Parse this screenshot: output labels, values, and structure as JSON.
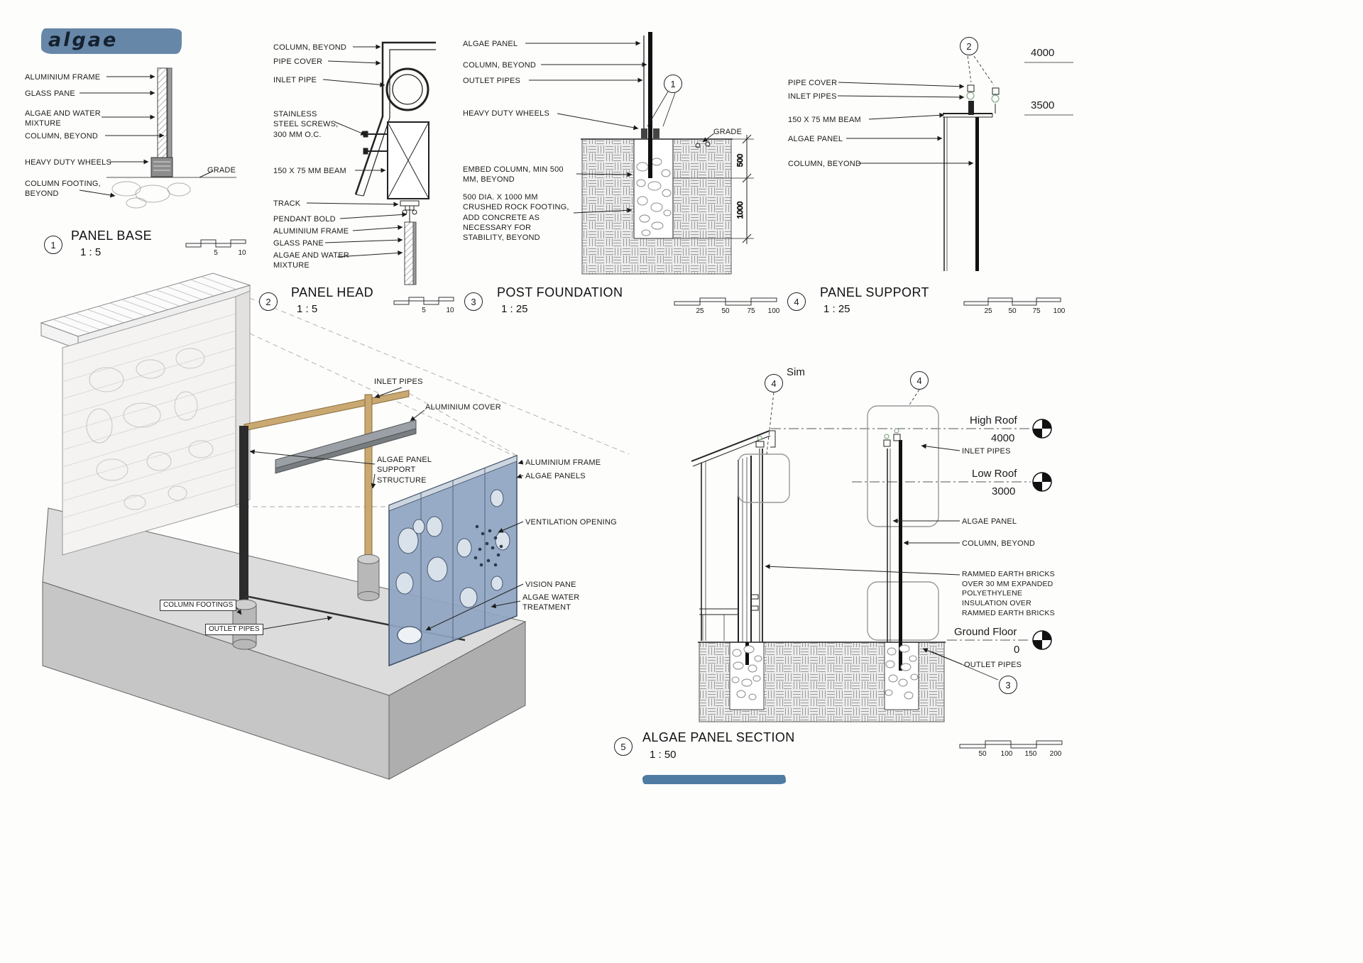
{
  "logo": {
    "text": "algae"
  },
  "panel_base": {
    "ref_number": "1",
    "title": "PANEL BASE",
    "scale": "1 : 5",
    "scale_ticks": [
      "5",
      "10"
    ],
    "labels": {
      "aluminium_frame": "ALUMINIUM FRAME",
      "glass_pane": "GLASS PANE",
      "algae_water_mixture": "ALGAE AND WATER\nMIXTURE",
      "column_beyond": "COLUMN, BEYOND",
      "heavy_duty_wheels": "HEAVY DUTY WHEELS",
      "column_footing_beyond": "COLUMN FOOTING,\nBEYOND",
      "grade": "GRADE"
    }
  },
  "panel_head": {
    "ref_number": "2",
    "title": "PANEL HEAD",
    "scale": "1 : 5",
    "scale_ticks": [
      "5",
      "10"
    ],
    "labels": {
      "column_beyond": "COLUMN, BEYOND",
      "pipe_cover": "PIPE COVER",
      "inlet_pipe": "INLET PIPE",
      "stainless_steel_screws": "STAINLESS\nSTEEL SCREWS,\n300 MM O.C.",
      "beam": "150 X 75 MM BEAM",
      "track": "TRACK",
      "pendant_bold": "PENDANT BOLD",
      "aluminium_frame": "ALUMINIUM FRAME",
      "glass_pane": "GLASS PANE",
      "algae_water_mixture": "ALGAE AND WATER\nMIXTURE"
    }
  },
  "post_foundation": {
    "ref_number": "3",
    "callout_ref": "1",
    "title": "POST FOUNDATION",
    "scale": "1 : 25",
    "scale_ticks": [
      "25",
      "50",
      "75",
      "100"
    ],
    "labels": {
      "algae_panel": "ALGAE PANEL",
      "column_beyond": "COLUMN, BEYOND",
      "outlet_pipes": "OUTLET PIPES",
      "heavy_duty_wheels": "HEAVY DUTY WHEELS",
      "embed_column": "EMBED COLUMN, MIN 500\nMM, BEYOND",
      "footing_note": "500 DIA. X 1000 MM\nCRUSHED ROCK FOOTING,\nADD CONCRETE AS\nNECESSARY FOR\nSTABILITY, BEYOND",
      "grade": "GRADE"
    },
    "dimensions": {
      "embed_depth": "500",
      "footing_depth": "1000"
    }
  },
  "panel_support": {
    "ref_number": "4",
    "callout_ref": "2",
    "title": "PANEL SUPPORT",
    "scale": "1 : 25",
    "scale_ticks": [
      "25",
      "50",
      "75",
      "100"
    ],
    "labels": {
      "pipe_cover": "PIPE COVER",
      "inlet_pipes": "INLET PIPES",
      "beam": "150 X 75 MM BEAM",
      "algae_panel": "ALGAE PANEL",
      "column_beyond": "COLUMN, BEYOND"
    },
    "dimensions": {
      "top_level": "4000",
      "beam_level": "3500"
    }
  },
  "axonometric": {
    "labels": {
      "inlet_pipes": "INLET PIPES",
      "aluminium_cover": "ALUMINIUM COVER",
      "support_structure": "ALGAE PANEL\nSUPPORT\nSTRUCTURE",
      "aluminium_frame": "ALUMINIUM FRAME",
      "algae_panels": "ALGAE PANELS",
      "ventilation_opening": "VENTILATION OPENING",
      "vision_pane": "VISION PANE",
      "algae_water_treatment": "ALGAE WATER\nTREATMENT",
      "column_footings": "COLUMN FOOTINGS",
      "outlet_pipes": "OUTLET PIPES"
    }
  },
  "panel_section": {
    "ref_number": "5",
    "title": "ALGAE PANEL SECTION",
    "scale": "1 : 50",
    "scale_ticks": [
      "50",
      "100",
      "150",
      "200"
    ],
    "sim_note": "Sim",
    "callout_ref_left": "4",
    "callout_ref_right": "4",
    "callout_ref_footing": "3",
    "levels": {
      "high_roof_name": "High Roof",
      "high_roof_value": "4000",
      "low_roof_name": "Low Roof",
      "low_roof_value": "3000",
      "ground_name": "Ground Floor",
      "ground_value": "0"
    },
    "labels": {
      "inlet_pipes": "INLET PIPES",
      "algae_panel": "ALGAE PANEL",
      "column_beyond": "COLUMN, BEYOND",
      "rammed_earth_note": "RAMMED EARTH BRICKS\nOVER 30 MM EXPANDED\nPOLYETHYLENE\nINSULATION OVER\nRAMMED EARTH BRICKS",
      "outlet_pipes": "OUTLET PIPES"
    }
  },
  "colors": {
    "brush_blue": "#6787a8",
    "accent_blue": "#4f7ba3",
    "algae_panel_blue": "#8fa5c2"
  }
}
